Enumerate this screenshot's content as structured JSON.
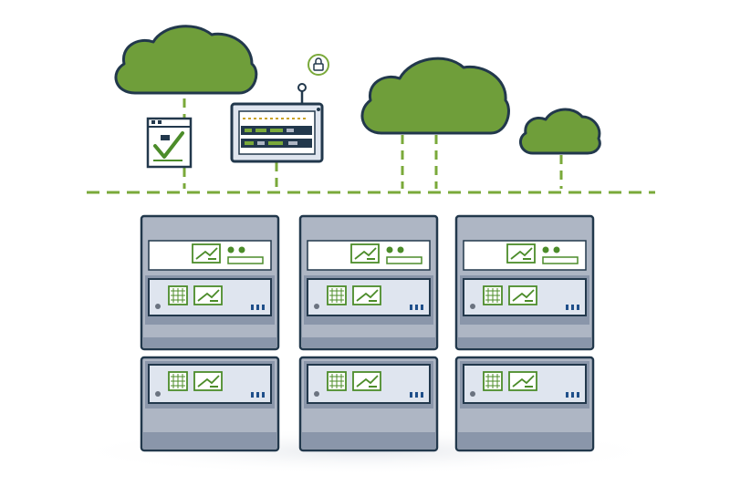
{
  "colors": {
    "background": "#ffffff",
    "cloud_fill": "#6f9e3a",
    "cloud_stroke": "#22384c",
    "link_dash": "#7aa93a",
    "rack_frame": "#22384c",
    "rack_body": "#aeb6c4",
    "rack_panel": "#dfe5ef",
    "rack_dark_band": "#8a96aa",
    "accent_green": "#4c8c2a",
    "indicator_blue": "#1f4f8a",
    "led_grey": "#6b7380",
    "ground_shadow": "#e9ecef"
  },
  "icons": {
    "clouds": [
      "cloud-icon",
      "cloud-icon",
      "cloud-icon"
    ],
    "lock": "padlock-icon",
    "checklist": "checklist-icon",
    "control_panel": "control-panel-icon",
    "server": "server-rack-icon"
  },
  "racks": [
    {
      "name": "server-rack-1",
      "units": 3
    },
    {
      "name": "server-rack-2",
      "units": 3
    },
    {
      "name": "server-rack-3",
      "units": 3
    }
  ]
}
